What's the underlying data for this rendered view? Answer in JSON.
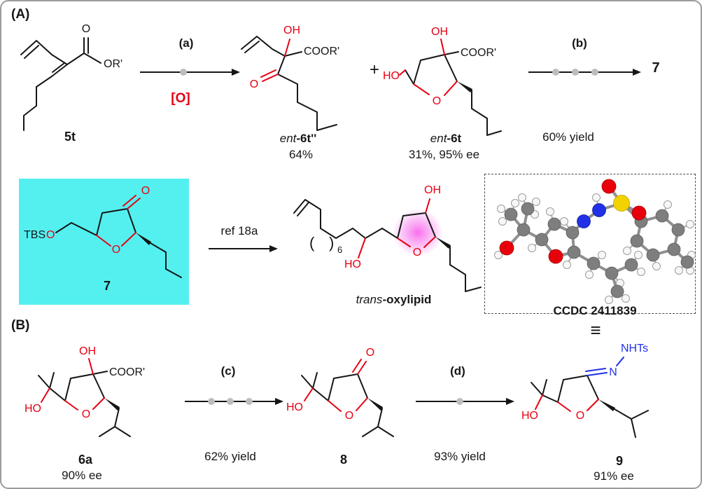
{
  "colors": {
    "oxygen_red": "#e60012",
    "nitrogen_blue": "#2230e8",
    "highlight_cyan": "#54f0f0",
    "highlight_pink": "#fa66ee"
  },
  "panel_a": {
    "label": "(A)",
    "c5t": {
      "name": "5t",
      "o": "O",
      "or": "OR'"
    },
    "step_a": {
      "label": "(a)",
      "reagent": "[O]"
    },
    "c6tpp": {
      "prefix": "ent",
      "suffix": "-6t''",
      "yield": "64%",
      "oh": "OH",
      "coor": "COOR'",
      "o": "O"
    },
    "plus": "+",
    "c6t": {
      "prefix": "ent",
      "suffix": "-6t",
      "yield": "31%, 95% ee",
      "oh": "OH",
      "coor": "COOR'",
      "ho": "HO",
      "o": "O"
    },
    "step_b": {
      "label": "(b)",
      "product": "7",
      "yield": "60% yield"
    },
    "c7": {
      "name": "7",
      "tbs": "TBS",
      "tbs_o": "O",
      "ring_o": "O",
      "ketone_o": "O"
    },
    "step_ref": {
      "label": "ref 18a"
    },
    "oxylipid": {
      "prefix": "trans",
      "suffix": "-oxylipid",
      "oh": "OH",
      "ho": "HO",
      "ring_o": "O",
      "paren_open": "(",
      "paren_close": ")",
      "repeat": "6"
    },
    "crystal": {
      "ccdc": "CCDC 2411839",
      "equiv": "≡"
    }
  },
  "panel_b": {
    "label": "(B)",
    "c6a": {
      "name": "6a",
      "ee": "90% ee",
      "oh": "OH",
      "coor": "COOR'",
      "ho": "HO",
      "o": "O"
    },
    "step_c": {
      "label": "(c)",
      "yield": "62% yield"
    },
    "c8": {
      "name": "8",
      "ketone_o": "O",
      "ho": "HO",
      "ring_o": "O"
    },
    "step_d": {
      "label": "(d)",
      "yield": "93% yield"
    },
    "c9": {
      "name": "9",
      "ee": "91% ee",
      "nhts": "NHTs",
      "n": "N",
      "ho": "HO",
      "ring_o": "O"
    }
  }
}
